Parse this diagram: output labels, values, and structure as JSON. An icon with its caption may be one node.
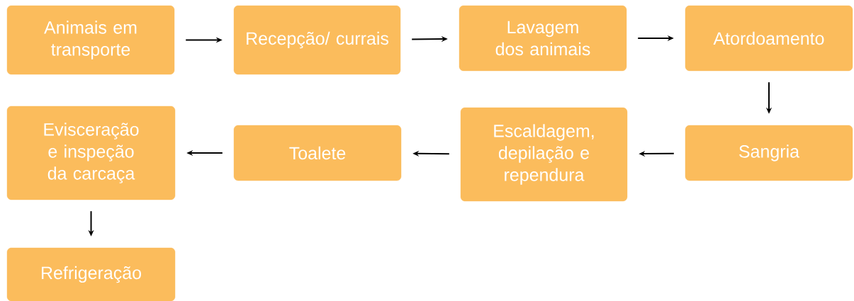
{
  "diagram": {
    "nodes": [
      {
        "text": [
          "Animais em transporte"
        ]
      },
      {
        "text": [
          "Recepção/ currais"
        ]
      },
      {
        "text": [
          "Lavagem dos animais"
        ]
      },
      {
        "text": [
          "Atordoamento"
        ]
      },
      {
        "text": [
          "Sangria"
        ]
      },
      {
        "text": [
          "Escaldagem, depilação e rependura"
        ]
      },
      {
        "text": [
          "Toalete"
        ]
      },
      {
        "text": [
          "Evisceração e inspeção da carcaça"
        ]
      },
      {
        "text": [
          "Refrigeração"
        ]
      }
    ],
    "edges": [
      {
        "from": 0,
        "to": 1,
        "arrow": "to"
      },
      {
        "from": 1,
        "to": 2,
        "arrow": "to"
      },
      {
        "from": 2,
        "to": 3,
        "arrow": "to"
      },
      {
        "from": 3,
        "to": 4,
        "arrow": "to"
      },
      {
        "from": 4,
        "to": 5,
        "arrow": "to"
      },
      {
        "from": 5,
        "to": 6,
        "arrow": "to"
      },
      {
        "from": 6,
        "to": 7,
        "arrow": "to"
      },
      {
        "from": 7,
        "to": 8,
        "arrow": "to"
      }
    ]
  }
}
